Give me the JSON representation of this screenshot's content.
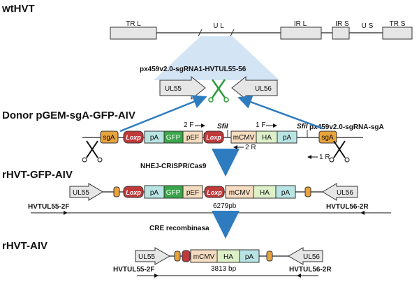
{
  "colors": {
    "loxp": "#c0393b",
    "pa": "#b9e4e4",
    "gfp": "#3aa64a",
    "pef": "#f6dcc0",
    "mcmv": "#f6dcc0",
    "ha": "#ddf0c8",
    "sga": "#e8a33c",
    "genome_box": "#e6e6e6",
    "blue_arrow": "#2f7bbf",
    "cone": "#c8ddf2"
  },
  "wt": {
    "title": "wtHVT",
    "trl": "TR L",
    "ul": "U L",
    "irl": "IR L",
    "irs": "IR S",
    "us": "U S",
    "trs": "TR S"
  },
  "sgrna1_label": "px459v2.0-sgRNA1-HVTUL55-56",
  "ul55": "UL55",
  "ul56": "UL56",
  "donor": {
    "title": "Donor pGEM-sgA-GFP-AIV",
    "sgrna_label": "px459v2.0-sgRNA-sgA",
    "sga": "sgA",
    "loxp": "Loxp",
    "pa": "pA",
    "gfp": "GFP",
    "pef": "pEF",
    "mcmv": "mCMV",
    "ha": "HA",
    "sfil": "SfiI",
    "primer_2f": "2 F",
    "primer_2r": "2 R",
    "primer_1f": "1 F",
    "primer_1r": "1 R"
  },
  "step1": "NHEJ-CRISPR/Cas9",
  "rgfp": {
    "title": "rHVT-GFP-AIV",
    "left_primer": "HVTUL55-2F",
    "right_primer": "HVTUL56-2R",
    "size": "6279pb"
  },
  "step2": "CRE recombinasa",
  "raiv": {
    "title": "rHVT-AIV",
    "left_primer": "HVTUL55-2F",
    "right_primer": "HVTUL56-2R",
    "size": "3813  bp"
  }
}
